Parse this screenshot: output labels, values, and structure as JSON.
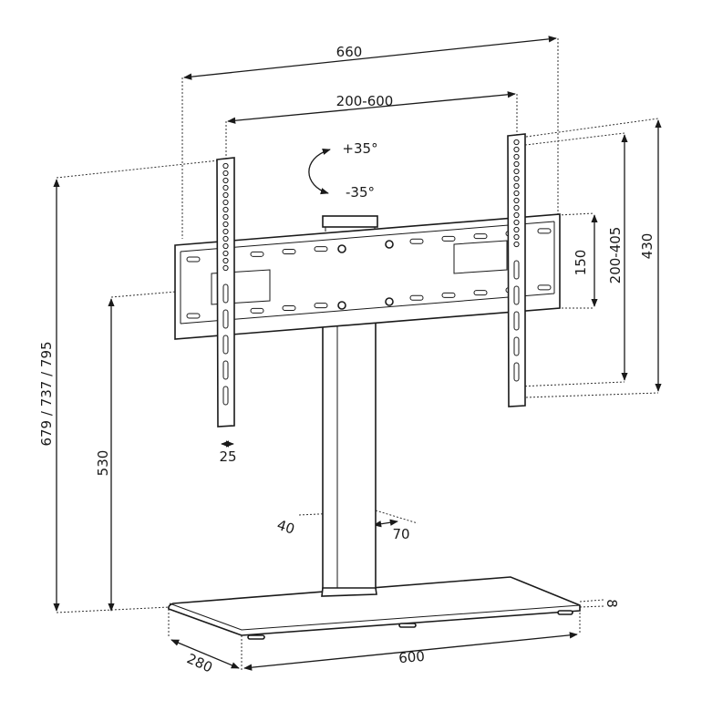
{
  "diagram": {
    "colors": {
      "line": "#1a1a1a",
      "background": "#ffffff"
    },
    "labels": {
      "overall_width": "660",
      "vesa_horizontal": "200-600",
      "tilt_up": "+35°",
      "tilt_down": "-35°",
      "plate_height": "150",
      "vesa_vertical": "200-405",
      "arm_height": "430",
      "total_height": "679 / 737 / 795",
      "bracket_height": "530",
      "arm_width": "25",
      "post_depth": "40",
      "post_width": "70",
      "base_depth": "280",
      "base_width": "600",
      "base_thickness": "8"
    }
  }
}
